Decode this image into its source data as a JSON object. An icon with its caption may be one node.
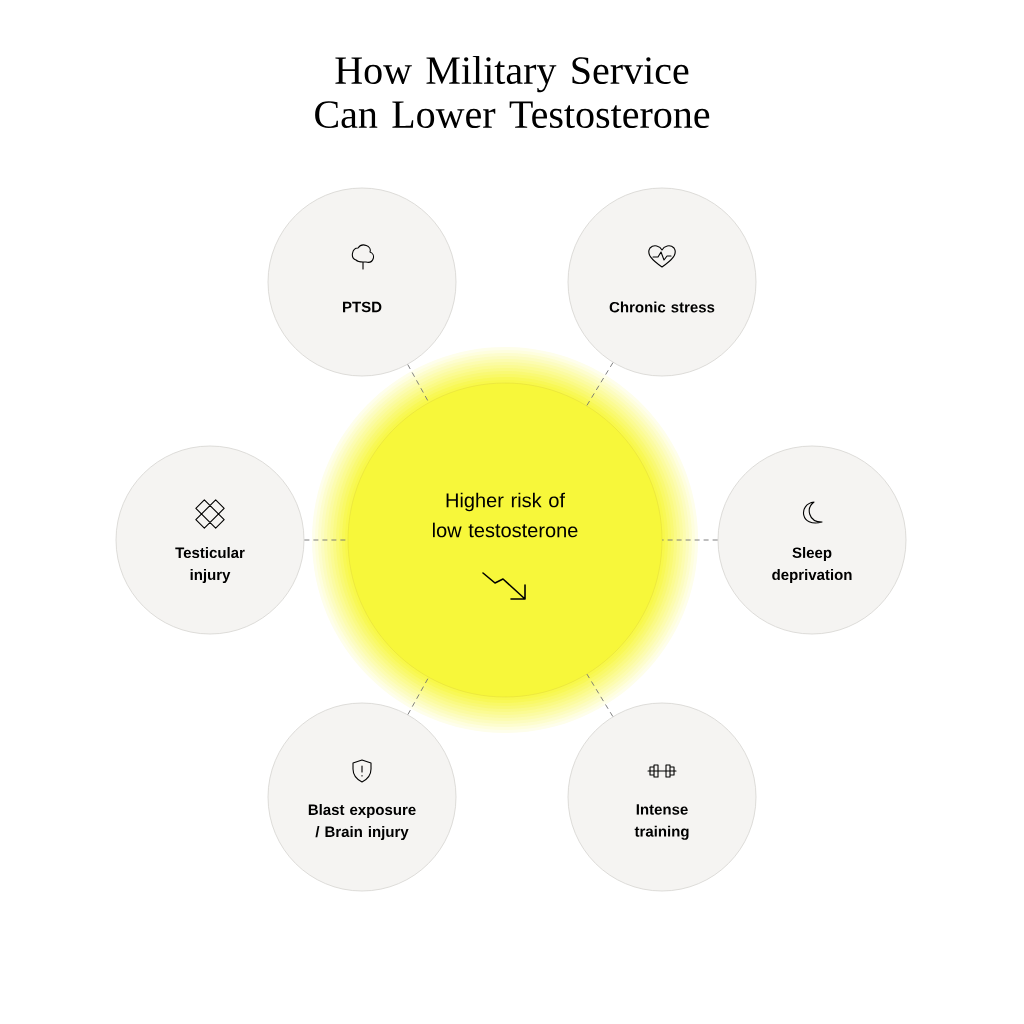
{
  "diagram": {
    "title": "How Military Service Can Lower Testosterone",
    "nodes": [
      {
        "text": [
          "PTSD"
        ]
      },
      {
        "text": [
          "Chronic stress"
        ]
      },
      {
        "text": [
          "Testicular injury"
        ]
      },
      {
        "text": [
          "Higher risk of low testosterone"
        ]
      },
      {
        "text": [
          "Sleep deprivation"
        ]
      },
      {
        "text": [
          "Blast exposure / Brain injury"
        ]
      },
      {
        "text": [
          "Intense training"
        ]
      }
    ],
    "edges": [
      {
        "from": 0,
        "to": 3,
        "arrow": "none",
        "style": "dashed"
      },
      {
        "from": 1,
        "to": 3,
        "arrow": "none",
        "style": "dashed"
      },
      {
        "from": 2,
        "to": 3,
        "arrow": "none",
        "style": "dashed"
      },
      {
        "from": 4,
        "to": 3,
        "arrow": "none",
        "style": "dashed"
      },
      {
        "from": 5,
        "to": 3,
        "arrow": "none",
        "style": "dashed"
      },
      {
        "from": 6,
        "to": 3,
        "arrow": "none",
        "style": "dashed"
      }
    ]
  }
}
